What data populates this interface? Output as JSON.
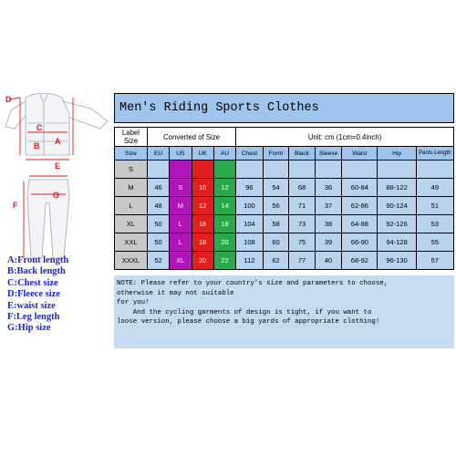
{
  "diagram_labels": {
    "D": "D",
    "A": "A",
    "B": "B",
    "C": "C",
    "E": "E",
    "F": "F",
    "G": "G"
  },
  "legend": [
    "A:Front length",
    "B:Back length",
    "C:Chest size",
    "D:Fleece size",
    "E:waist size",
    "F:Leg length",
    "G:Hip size"
  ],
  "table": {
    "title": "Men's Riding Sports Clothes",
    "label_size": "Label\nSize",
    "converted": "Converted of Size",
    "unit": "Unit: cm (1cm=0.4inch)",
    "headers": [
      "Size",
      "EU",
      "US",
      "UK",
      "AU",
      "Chest",
      "Fornt",
      "Black",
      "Sleeve",
      "Waist",
      "Hip",
      "Pants Length"
    ],
    "rows": [
      [
        "S",
        "",
        "",
        "",
        "",
        "",
        "",
        "",
        "",
        "",
        "",
        ""
      ],
      [
        "M",
        "46",
        "S",
        "10",
        "12",
        "96",
        "54",
        "68",
        "36",
        "60-84",
        "88-122",
        "49"
      ],
      [
        "L",
        "48",
        "M",
        "12",
        "14",
        "100",
        "56",
        "71",
        "37",
        "62-86",
        "90-124",
        "51"
      ],
      [
        "XL",
        "50",
        "L",
        "16",
        "18",
        "104",
        "58",
        "73",
        "38",
        "64-88",
        "92-126",
        "53"
      ],
      [
        "XXL",
        "50",
        "L",
        "18",
        "20",
        "108",
        "60",
        "75",
        "39",
        "66-90",
        "94-128",
        "55"
      ],
      [
        "XXXL",
        "52",
        "XL",
        "20",
        "22",
        "112",
        "62",
        "77",
        "40",
        "68-92",
        "96-130",
        "57"
      ]
    ]
  },
  "note": [
    "NOTE: Please refer to your country's size and parameters to choose,",
    "otherwise it may not suitable",
    "for you!",
    "    And the cycling garments of design is tight, if you want to",
    "loose version, please choose a big yards of appropriate clothing!"
  ],
  "colors": {
    "us": "#b015b8",
    "uk": "#e0201e",
    "au": "#2aa84a",
    "header": "#9fc5ee"
  }
}
